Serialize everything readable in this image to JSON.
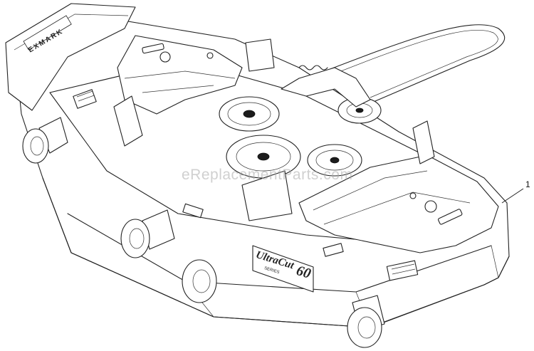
{
  "diagram": {
    "watermark": "eReplacementParts.com",
    "callouts": [
      {
        "id": "1",
        "label": "1"
      }
    ],
    "deck_decal": {
      "brand": "UltraCut",
      "size": "60",
      "subtext": "SERIES"
    },
    "rear_decal": "EXMARK"
  }
}
